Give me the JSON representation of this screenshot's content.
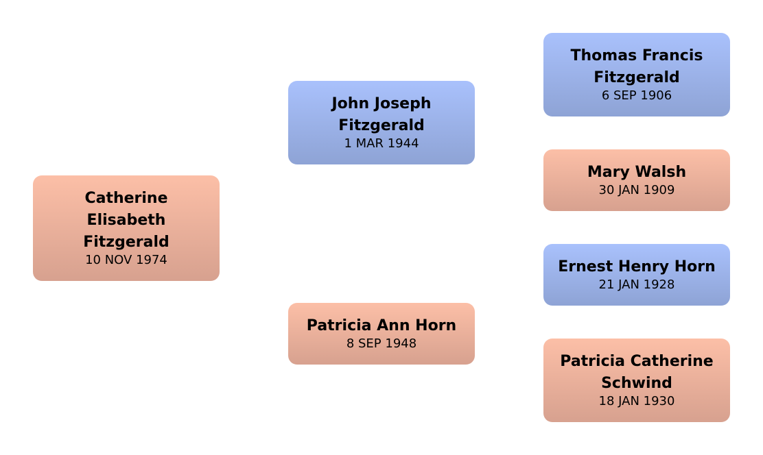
{
  "people": {
    "root": {
      "name": "Catherine Elisabeth Fitzgerald",
      "date": "10 NOV 1974",
      "sex": "female"
    },
    "father": {
      "name": "John Joseph Fitzgerald",
      "date": "1 MAR 1944",
      "sex": "male"
    },
    "mother": {
      "name": "Patricia Ann Horn",
      "date": "8 SEP 1948",
      "sex": "female"
    },
    "paternal_grandfather": {
      "name": "Thomas Francis Fitzgerald",
      "date": "6 SEP 1906",
      "sex": "male"
    },
    "paternal_grandmother": {
      "name": "Mary Walsh",
      "date": "30 JAN 1909",
      "sex": "female"
    },
    "maternal_grandfather": {
      "name": "Ernest Henry Horn",
      "date": "21 JAN 1928",
      "sex": "male"
    },
    "maternal_grandmother": {
      "name": "Patricia Catherine Schwind",
      "date": "18 JAN 1930",
      "sex": "female"
    }
  },
  "colors": {
    "male": "#a9c1fc",
    "female": "#fcbfa7"
  }
}
